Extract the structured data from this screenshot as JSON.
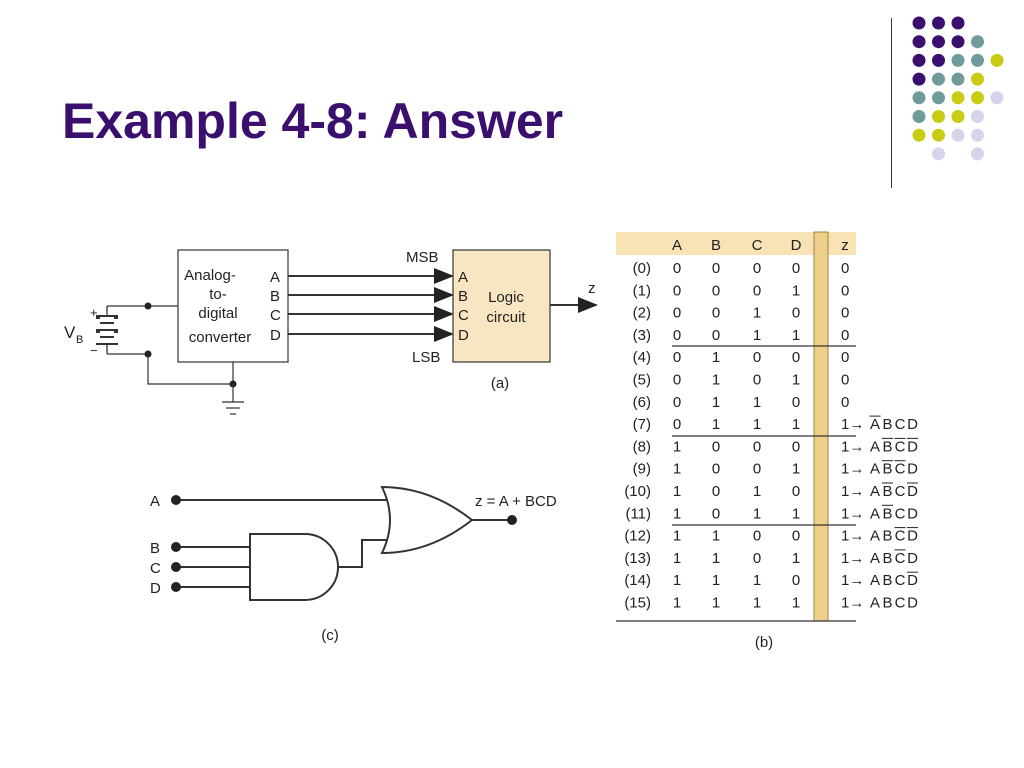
{
  "slide": {
    "title": "Example 4-8: Answer"
  },
  "colors": {
    "title": "#3a0f6e",
    "box": "#f8e6c2",
    "bar": "#efd08a",
    "header": "#f7e3b5",
    "dot_purple": "#3a0f6e",
    "dot_teal": "#6f9c9b",
    "dot_yellow": "#c9cc14",
    "dot_lavender": "#d4d4ea"
  },
  "fig_a": {
    "adc_label": [
      "Analog-",
      "to-",
      "digital",
      "converter"
    ],
    "outputs": [
      "A",
      "B",
      "C",
      "D"
    ],
    "inputs": [
      "A",
      "B",
      "C",
      "D"
    ],
    "logic_label": [
      "Logic",
      "circuit"
    ],
    "msb": "MSB",
    "lsb": "LSB",
    "z": "z",
    "vb": "V",
    "vb_sub": "B",
    "plus": "+",
    "minus": "−",
    "caption": "(a)"
  },
  "fig_b": {
    "headers": [
      "A",
      "B",
      "C",
      "D",
      "z"
    ],
    "rows": [
      {
        "idx": "(0)",
        "a": "0",
        "b": "0",
        "c": "0",
        "d": "0",
        "z": "0"
      },
      {
        "idx": "(1)",
        "a": "0",
        "b": "0",
        "c": "0",
        "d": "1",
        "z": "0"
      },
      {
        "idx": "(2)",
        "a": "0",
        "b": "0",
        "c": "1",
        "d": "0",
        "z": "0"
      },
      {
        "idx": "(3)",
        "a": "0",
        "b": "0",
        "c": "1",
        "d": "1",
        "z": "0"
      },
      {
        "idx": "(4)",
        "a": "0",
        "b": "1",
        "c": "0",
        "d": "0",
        "z": "0"
      },
      {
        "idx": "(5)",
        "a": "0",
        "b": "1",
        "c": "0",
        "d": "1",
        "z": "0"
      },
      {
        "idx": "(6)",
        "a": "0",
        "b": "1",
        "c": "1",
        "d": "0",
        "z": "0"
      },
      {
        "idx": "(7)",
        "a": "0",
        "b": "1",
        "c": "1",
        "d": "1",
        "z": "1→",
        "term": [
          "A",
          "B",
          "C",
          "D"
        ],
        "bars": [
          true,
          false,
          false,
          false
        ]
      },
      {
        "idx": "(8)",
        "a": "1",
        "b": "0",
        "c": "0",
        "d": "0",
        "z": "1→",
        "term": [
          "A",
          "B",
          "C",
          "D"
        ],
        "bars": [
          false,
          true,
          true,
          true
        ]
      },
      {
        "idx": "(9)",
        "a": "1",
        "b": "0",
        "c": "0",
        "d": "1",
        "z": "1→",
        "term": [
          "A",
          "B",
          "C",
          "D"
        ],
        "bars": [
          false,
          true,
          true,
          false
        ]
      },
      {
        "idx": "(10)",
        "a": "1",
        "b": "0",
        "c": "1",
        "d": "0",
        "z": "1→",
        "term": [
          "A",
          "B",
          "C",
          "D"
        ],
        "bars": [
          false,
          true,
          false,
          true
        ]
      },
      {
        "idx": "(11)",
        "a": "1",
        "b": "0",
        "c": "1",
        "d": "1",
        "z": "1→",
        "term": [
          "A",
          "B",
          "C",
          "D"
        ],
        "bars": [
          false,
          true,
          false,
          false
        ]
      },
      {
        "idx": "(12)",
        "a": "1",
        "b": "1",
        "c": "0",
        "d": "0",
        "z": "1→",
        "term": [
          "A",
          "B",
          "C",
          "D"
        ],
        "bars": [
          false,
          false,
          true,
          true
        ]
      },
      {
        "idx": "(13)",
        "a": "1",
        "b": "1",
        "c": "0",
        "d": "1",
        "z": "1→",
        "term": [
          "A",
          "B",
          "C",
          "D"
        ],
        "bars": [
          false,
          false,
          true,
          false
        ]
      },
      {
        "idx": "(14)",
        "a": "1",
        "b": "1",
        "c": "1",
        "d": "0",
        "z": "1→",
        "term": [
          "A",
          "B",
          "C",
          "D"
        ],
        "bars": [
          false,
          false,
          false,
          true
        ]
      },
      {
        "idx": "(15)",
        "a": "1",
        "b": "1",
        "c": "1",
        "d": "1",
        "z": "1→",
        "term": [
          "A",
          "B",
          "C",
          "D"
        ],
        "bars": [
          false,
          false,
          false,
          false
        ]
      }
    ],
    "caption": "(b)"
  },
  "fig_c": {
    "input_a": "A",
    "input_b": "B",
    "input_c": "C",
    "input_d": "D",
    "output": "z = A + BCD",
    "caption": "(c)"
  }
}
